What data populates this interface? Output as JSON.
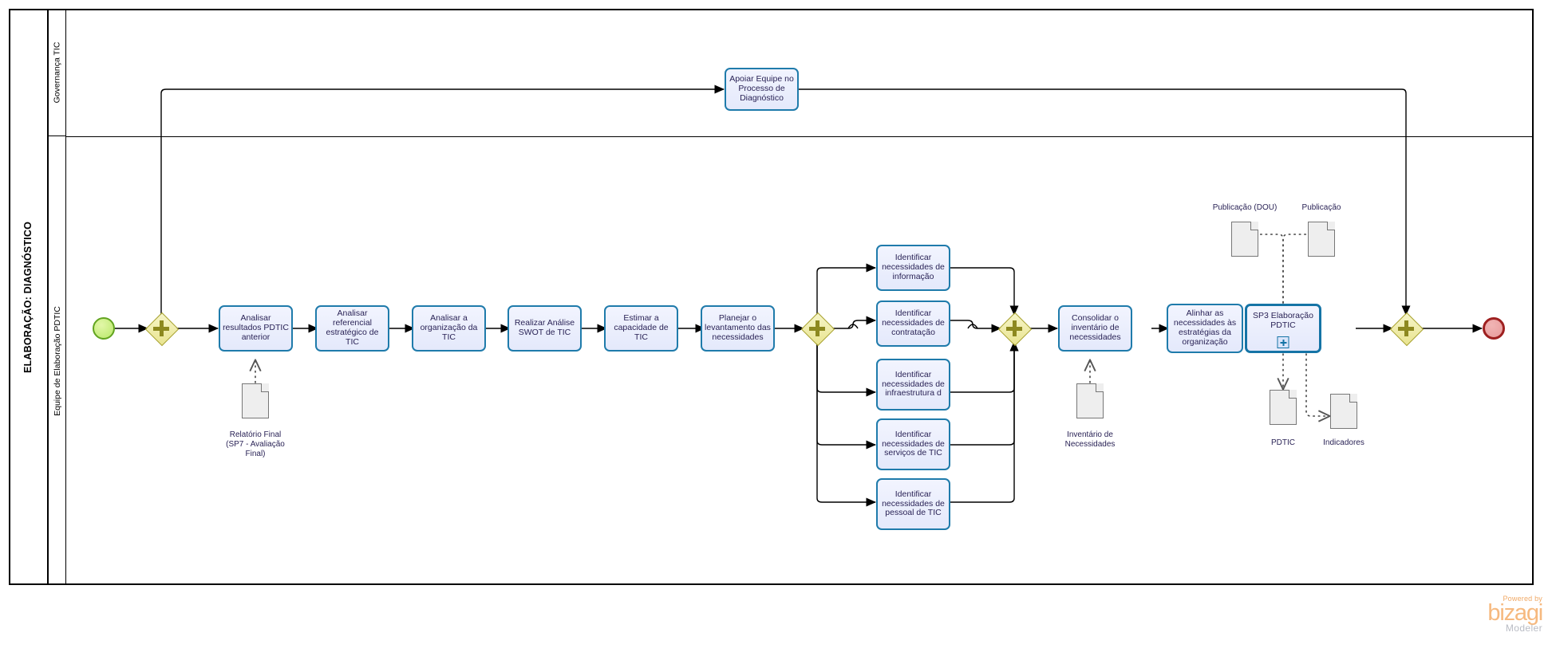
{
  "pool": {
    "title": "ELABORAÇÃO: DIAGNÓSTICO"
  },
  "lanes": [
    {
      "id": "governanca",
      "label": "Governança TIC"
    },
    {
      "id": "equipe",
      "label": "Equipe de Elaboração PDTIC"
    }
  ],
  "events": {
    "start": {
      "name": "start-event",
      "label": ""
    },
    "end": {
      "name": "end-event",
      "label": ""
    }
  },
  "gateways": [
    {
      "id": "gw1",
      "type": "parallel",
      "label": ""
    },
    {
      "id": "gw2",
      "type": "parallel",
      "label": ""
    },
    {
      "id": "gw3",
      "type": "parallel",
      "label": ""
    },
    {
      "id": "gw4",
      "type": "parallel",
      "label": ""
    }
  ],
  "tasks": {
    "apoiar": "Apoiar Equipe no Processo de Diagnóstico",
    "analisar_resultados": "Analisar resultados PDTIC anterior",
    "analisar_referencial": "Analisar referencial estratégico de TIC",
    "analisar_organizacao": "Analisar a organização da TIC",
    "swot": "Realizar Análise SWOT de TIC",
    "estimar": "Estimar a capacidade de TIC",
    "planejar": "Planejar o levantamento das necessidades",
    "nec_informacao": "Identificar necessidades de informação",
    "nec_contratacao": "Identificar necessidades de contratação",
    "nec_infraestrutura": "Identificar necessidades de infraestrutura d",
    "nec_servicos": "Identificar necessidades de serviços de TIC",
    "nec_pessoal": "Identificar necessidades de pessoal de TIC",
    "consolidar": "Consolidar o inventário de necessidades",
    "alinhar": "Alinhar as necessidades às estratégias da organização",
    "sp3": "SP3 Elaboração PDTIC"
  },
  "data_objects": {
    "relatorio_final": "Relatório Final\n(SP7 - Avaliação\nFinal)",
    "inventario": "Inventário de\nNecessidades",
    "publicacao_dou": "Publicação (DOU)",
    "publicacao": "Publicação",
    "pdtic": "PDTIC",
    "indicadores": "Indicadores"
  },
  "watermark": {
    "powered_by": "Powered by",
    "brand": "bizagi",
    "product": "Modeler"
  },
  "colors": {
    "task_border": "#1f7bab",
    "task_fill": "#e9edfc",
    "gateway_fill": "#efeba0",
    "gateway_border": "#a8a22c",
    "start_fill": "#c4ec75",
    "end_fill": "#eda9a9",
    "end_border": "#9e2020",
    "data_fill": "#eeeeee",
    "flow_line": "#000000"
  }
}
